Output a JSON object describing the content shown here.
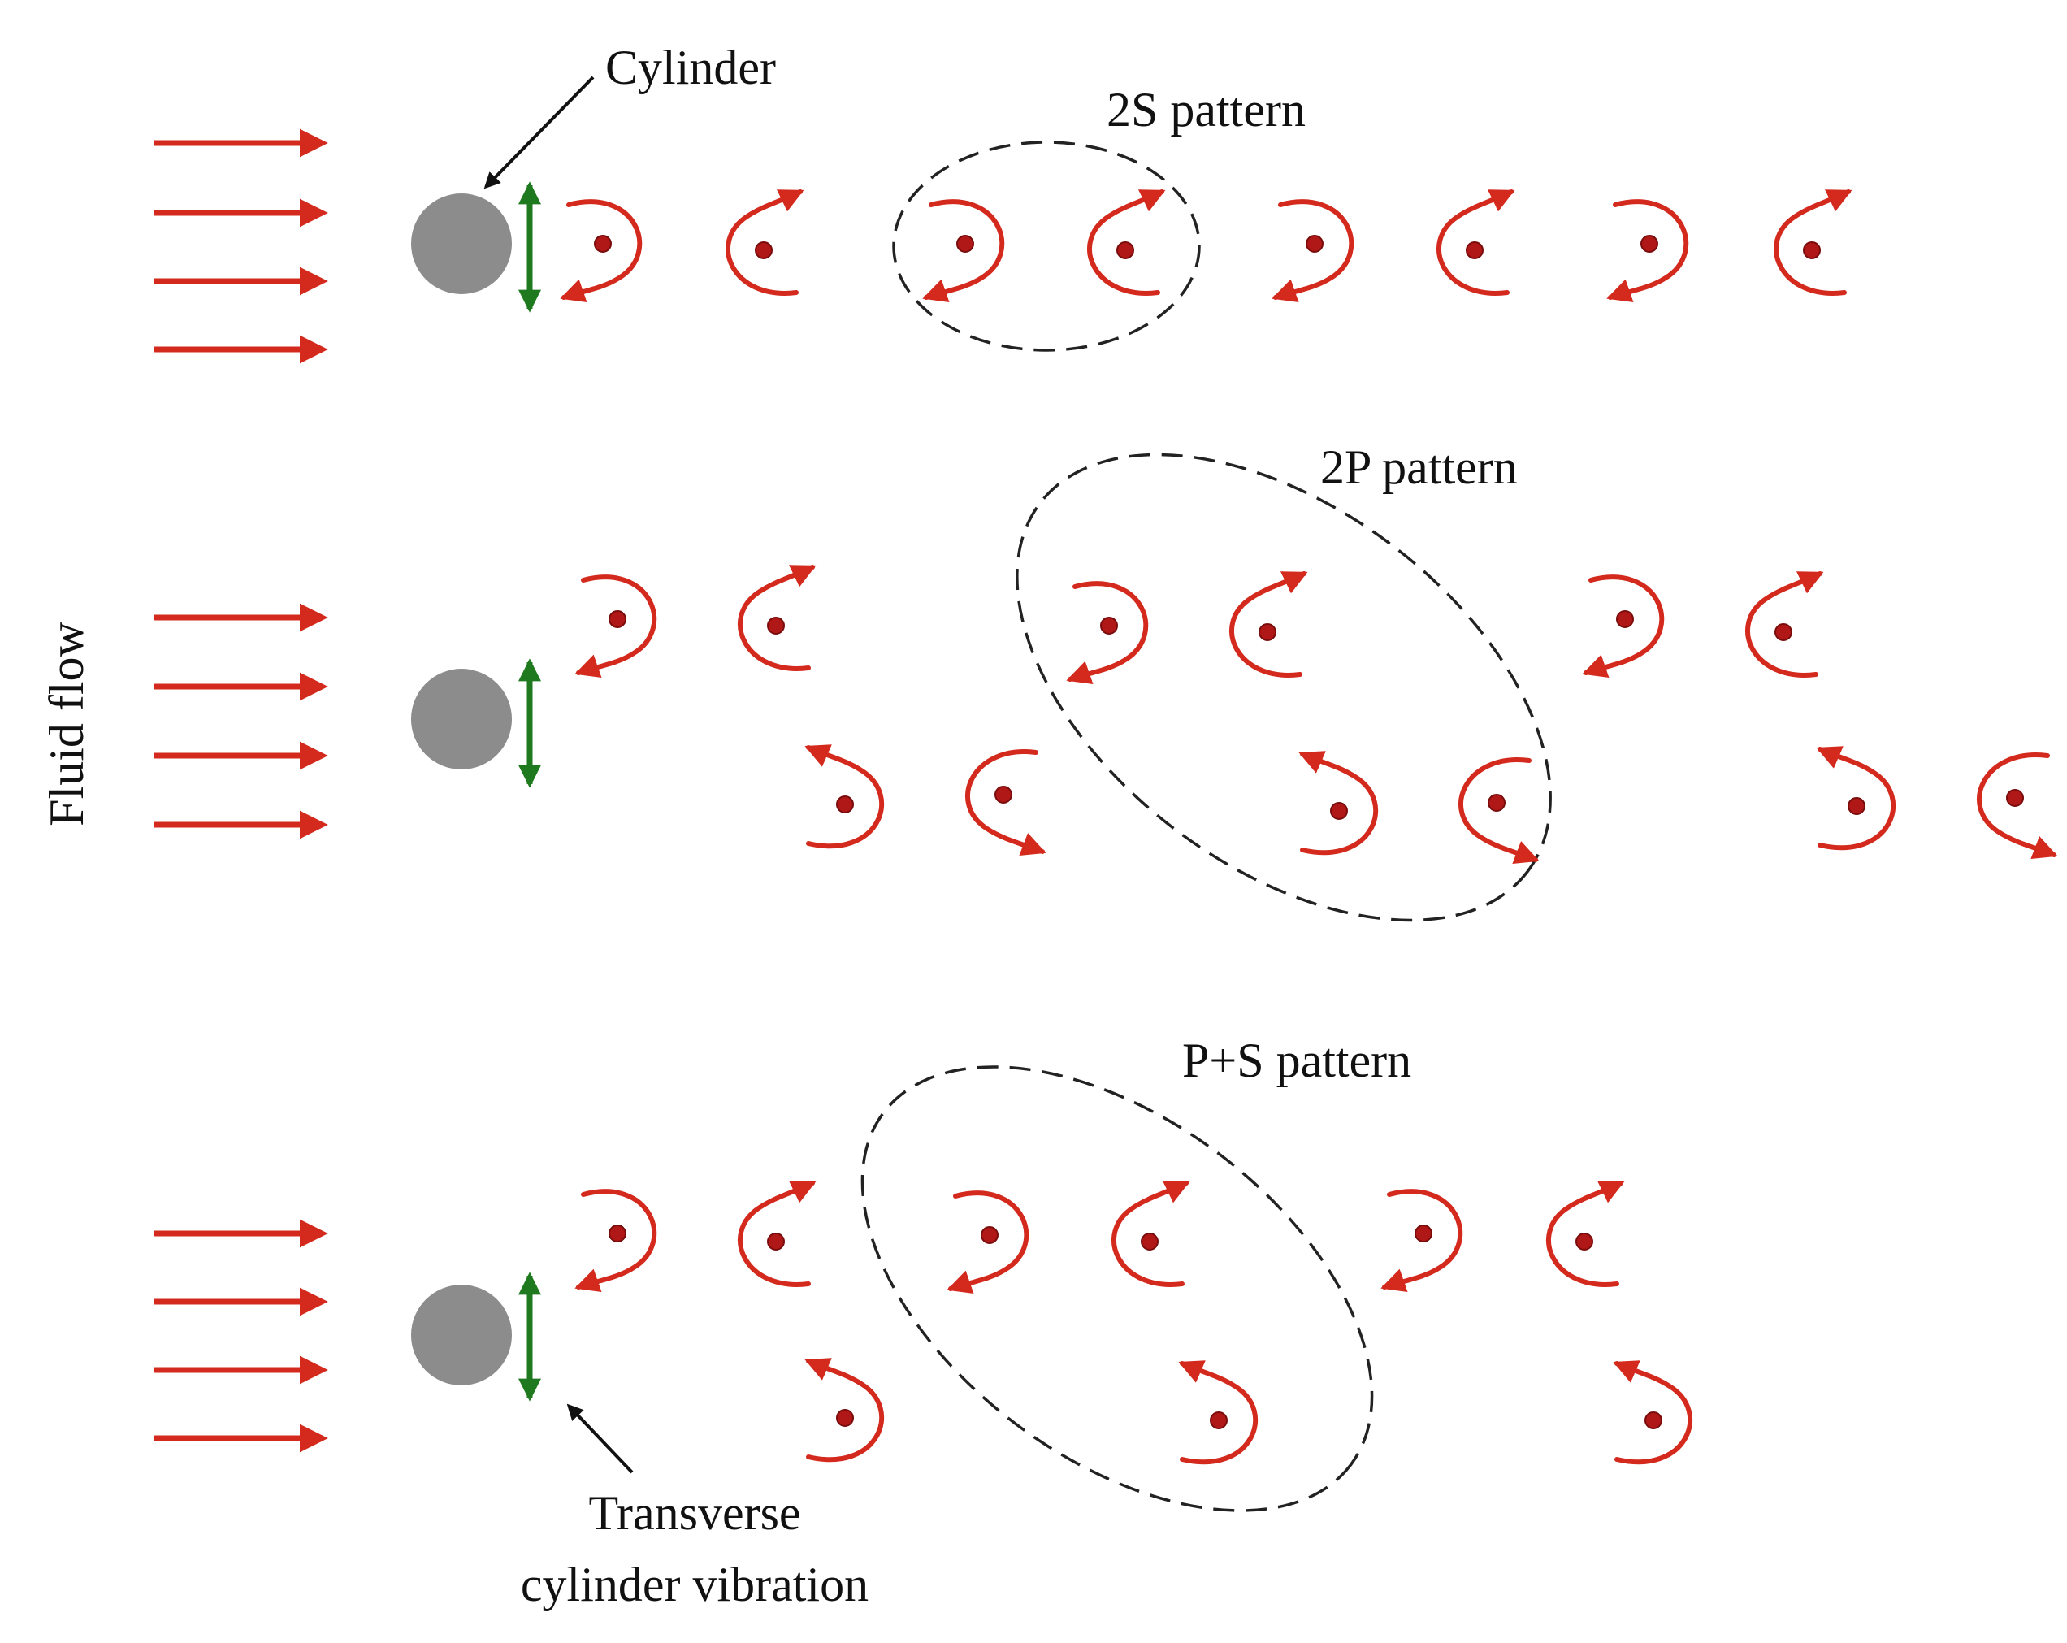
{
  "labels": {
    "cylinder": "Cylinder",
    "fluid_flow": "Fluid flow",
    "transverse_line1": "Transverse",
    "transverse_line2": "cylinder vibration"
  },
  "panels": [
    {
      "id": "2s",
      "pattern_label": "2S pattern"
    },
    {
      "id": "2p",
      "pattern_label": "2P pattern"
    },
    {
      "id": "ps",
      "pattern_label": "P+S pattern"
    }
  ],
  "colors": {
    "flow_arrow": "#d42a1e",
    "vortex": "#d42a1e",
    "vortex_core": "#b01818",
    "cylinder": "#8c8c8c",
    "vibration_arrow": "#1f7a1f",
    "pattern_outline": "#222222",
    "pointer": "#111111"
  },
  "icons": {
    "flow": "right-arrow-icon",
    "vortex_ccw": "counterclockwise-vortex-icon",
    "vortex_cw": "clockwise-vortex-icon",
    "vibration": "double-headed-vertical-arrow-icon"
  }
}
